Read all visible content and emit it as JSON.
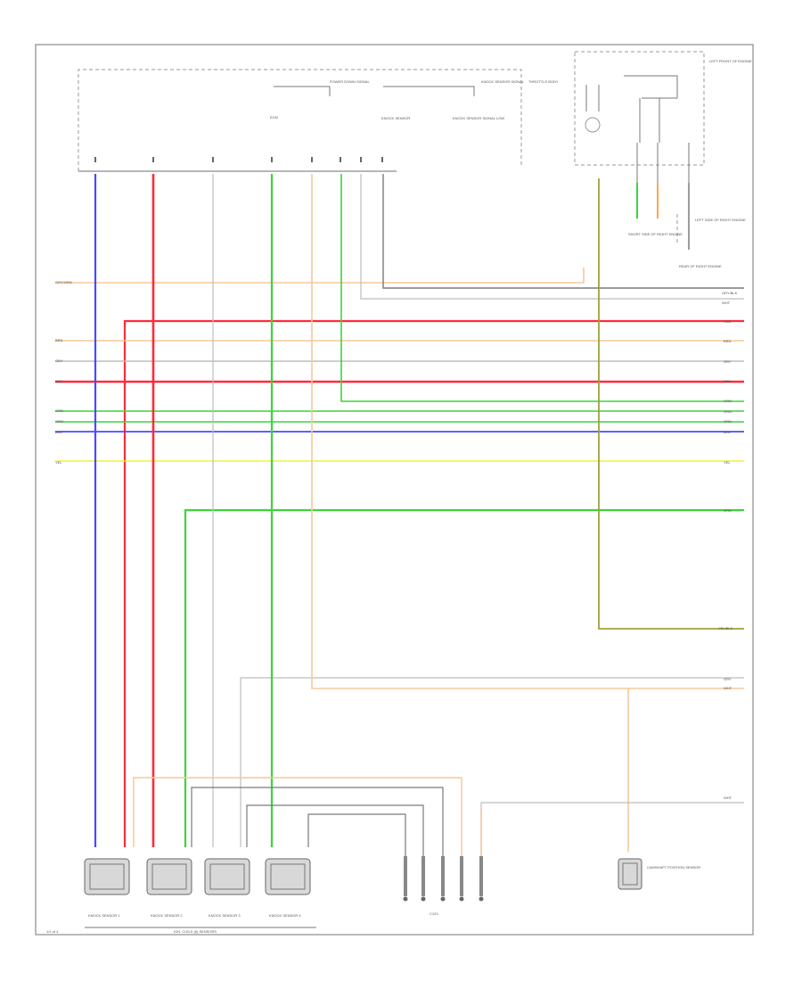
{
  "diagram": {
    "page_ref": "1/1 of 4",
    "colors": {
      "blue": "#4a4aff",
      "red": "#ff2b3a",
      "green": "#3cd43c",
      "orange": "#ffa84a",
      "gray": "#bdbdbd",
      "dark_gray": "#7a7a7a",
      "yellow": "#f2f23a",
      "olive": "#9ea23c",
      "light_orange": "#f5c89a"
    },
    "wire_labels_left": [
      "GRY/ORN",
      "BRN",
      "GRY",
      "RED",
      "GRN",
      "GRN",
      "BLU",
      "YEL"
    ],
    "wire_labels_right": [
      "GRY/BLK",
      "WHT",
      "RED",
      "BRN",
      "GRY",
      "RED",
      "GRN",
      "GRN",
      "GRN",
      "BLU",
      "YEL",
      "GRN",
      "YEL/BLK",
      "GRY",
      "WHT",
      "WHT"
    ],
    "sensors": [
      {
        "label": "KNOCK SENSOR 1"
      },
      {
        "label": "KNOCK SENSOR 2"
      },
      {
        "label": "KNOCK SENSOR 3"
      },
      {
        "label": "KNOCK SENSOR 4"
      }
    ],
    "sensor_group_label": "IGN. COILS (6) SENSORS",
    "bottom_group_label": "C123",
    "right_component_label": "CAMSHAFT POSITION SENSOR",
    "top_right_labels": [
      "LEFT FRONT OF ENGINE",
      "SHORT SIDE OF RIGHT ENGINE",
      "LEFT SIDE OF RIGHT ENGINE",
      "REAR OF RIGHT ENGINE"
    ],
    "ecm_labels": [
      "ECM",
      "POWER DOWN SIGNAL",
      "KNOCK SENSOR",
      "KNOCK SENSOR SIGNAL",
      "KNOCK SENSOR SIGNAL LOW",
      "THROTTLE BODY"
    ]
  }
}
